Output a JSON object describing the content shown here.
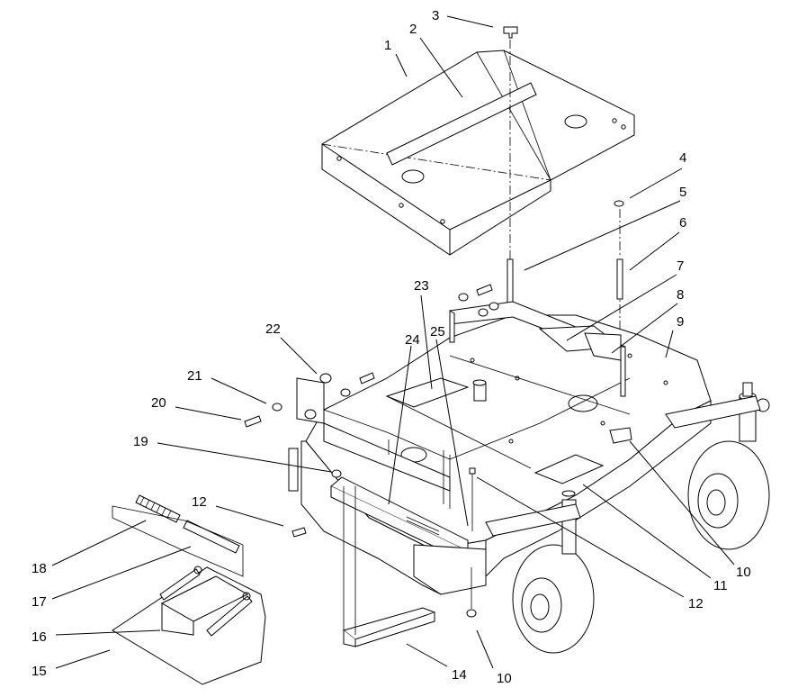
{
  "callouts": [
    {
      "id": "c1",
      "text": "1"
    },
    {
      "id": "c2",
      "text": "2"
    },
    {
      "id": "c3",
      "text": "3"
    },
    {
      "id": "c4",
      "text": "4"
    },
    {
      "id": "c5",
      "text": "5"
    },
    {
      "id": "c6",
      "text": "6"
    },
    {
      "id": "c7",
      "text": "7"
    },
    {
      "id": "c8",
      "text": "8"
    },
    {
      "id": "c9",
      "text": "9"
    },
    {
      "id": "c10a",
      "text": "10"
    },
    {
      "id": "c11",
      "text": "11"
    },
    {
      "id": "c12a",
      "text": "12"
    },
    {
      "id": "c10b",
      "text": "10"
    },
    {
      "id": "c14",
      "text": "14"
    },
    {
      "id": "c15",
      "text": "15"
    },
    {
      "id": "c16",
      "text": "16"
    },
    {
      "id": "c17",
      "text": "17"
    },
    {
      "id": "c18",
      "text": "18"
    },
    {
      "id": "c12b",
      "text": "12"
    },
    {
      "id": "c19",
      "text": "19"
    },
    {
      "id": "c20",
      "text": "20"
    },
    {
      "id": "c21",
      "text": "21"
    },
    {
      "id": "c22",
      "text": "22"
    },
    {
      "id": "c23",
      "text": "23"
    },
    {
      "id": "c24",
      "text": "24"
    },
    {
      "id": "c25",
      "text": "25"
    }
  ]
}
